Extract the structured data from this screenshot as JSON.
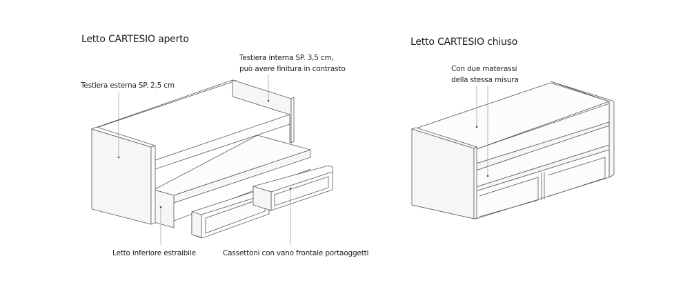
{
  "left": {
    "title": "Letto CARTESIO aperto",
    "labels": {
      "inner_headboard_line1": "Testiera interna SP. 3,5 cm,",
      "inner_headboard_line2": "può avere finitura in contrasto",
      "outer_headboard": "Testiera esterna SP. 2,5 cm",
      "trundle": "Letto inferiore estraibile",
      "drawers": "Cassettoni con vano frontale portaoggetti"
    }
  },
  "right": {
    "title": "Letto CARTESIO chiuso",
    "labels": {
      "mattresses_line1": "Con due materassi",
      "mattresses_line2": "della stessa misura"
    }
  }
}
